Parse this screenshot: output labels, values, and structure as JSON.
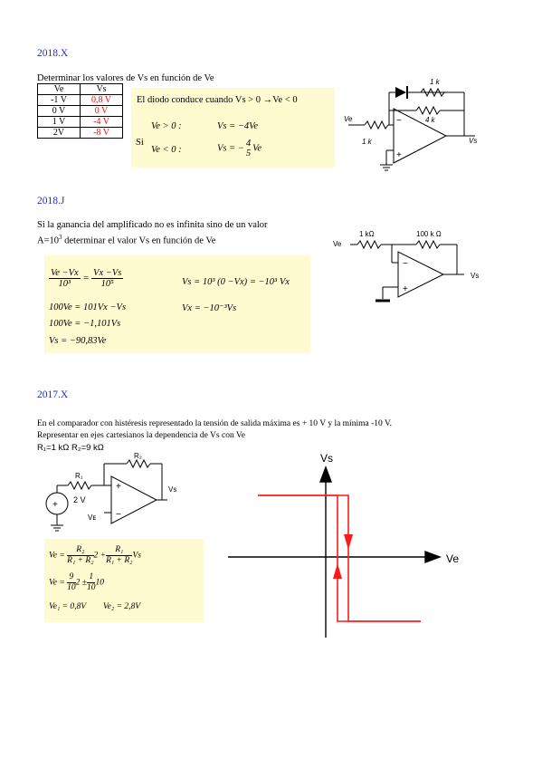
{
  "sections": [
    {
      "title": "2018.X",
      "intro": "Determinar los valores de Vs en función de Ve",
      "table": {
        "headers": [
          "Ve",
          "Vs"
        ],
        "rows": [
          [
            "-1 V",
            "0,8 V"
          ],
          [
            "0 V",
            "0 V"
          ],
          [
            "1 V",
            "-4 V"
          ],
          [
            "2V",
            "-8 V"
          ]
        ]
      },
      "box_line": "El diodo conduce cuando Vs > 0 →Ve < 0",
      "si": "Si",
      "cond1_left": "Ve > 0 :",
      "cond1_right": "Vs = −4Ve",
      "cond2_left": "Ve < 0 :",
      "cond2_right_pre": "Vs = −",
      "cond2_num": "4",
      "cond2_den": "5",
      "cond2_right_post": "Ve",
      "circuit_labels": {
        "r_top": "1 k",
        "r_mid": "4 k",
        "r_in": "1 k",
        "ve": "Ve",
        "vs": "Vs",
        "minus": "−",
        "plus": "+"
      }
    },
    {
      "title": "2018.J",
      "line1": "Si la ganancia del amplificado no es infinita sino de un valor",
      "line2_pre": "A=10",
      "line2_sup": "3",
      "line2_post": " determinar el valor Vs en función de Ve",
      "eq1_num": "Ve −Vx",
      "eq1_den": "10³",
      "eq1_eq": "=",
      "eq1_num2": "Vx −Vs",
      "eq1_den2": "10⁵",
      "eq2": "100Ve = 101Vx −Vs",
      "eq3": "100Ve = −1,101Vs",
      "eq4": "Vs = −90,83Ve",
      "eq5": "Vs = 10³ (0 −Vx) = −10³ Vx",
      "eq6": "Vx = −10⁻³Vs",
      "circuit_labels": {
        "r1": "1 kΩ",
        "r2": "100 k Ω",
        "ve": "Ve",
        "vs": "Vs",
        "minus": "−",
        "plus": "+"
      }
    },
    {
      "title": "2017.X",
      "line1": "En el comparador con histéresis representado la tensión de salida máxima es + 10 V y la mínima -10 V.",
      "line2": "Representar en ejes cartesianos la dependencia de Vs con Ve",
      "r_values": "R₁=1 kΩ      R₂=9 kΩ",
      "circuit_labels": {
        "r1": "R₁",
        "r2": "R₂",
        "src": "2 V",
        "ve": "Vᴇ",
        "vs": "Vs",
        "plus": "+",
        "minus": "−"
      },
      "eqA_pre": "Ve =",
      "eqA_f1n": "R₂",
      "eqA_f1d": "R₁ + R₂",
      "eqA_mid": "2 +",
      "eqA_f2n": "R₁",
      "eqA_f2d": "R₁ + R₂",
      "eqA_post": "Vs",
      "eqB_pre": "Ve =",
      "eqB_f1n": "9",
      "eqB_f1d": "10",
      "eqB_mid": "2 ±",
      "eqB_f2n": "1",
      "eqB_f2d": "10",
      "eqB_post": "10",
      "eqC": "Ve₁ = 0,8V        Ve₂ = 2,8V",
      "graph": {
        "x_label": "Ve",
        "y_label": "Vs"
      }
    }
  ]
}
